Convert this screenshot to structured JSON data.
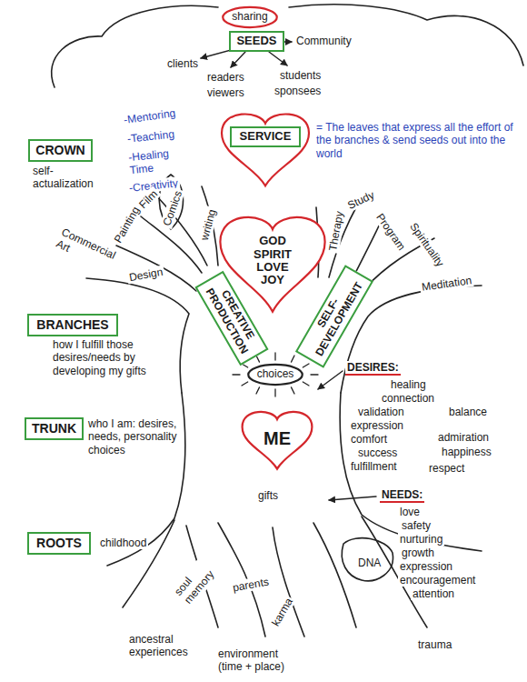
{
  "diagram": {
    "nodes": [
      {
        "text": [
          "sharing"
        ]
      },
      {
        "text": [
          "SEEDS"
        ]
      },
      {
        "text": [
          "SERVICE"
        ]
      },
      {
        "text": [
          "CROWN"
        ]
      },
      {
        "text": [
          "GOD SPIRIT LOVE JOY"
        ]
      },
      {
        "text": [
          "CREATIVE PRODUCTION"
        ]
      },
      {
        "text": [
          "SELF-DEVELOPMENT"
        ]
      },
      {
        "text": [
          "BRANCHES"
        ]
      },
      {
        "text": [
          "choices"
        ]
      },
      {
        "text": [
          "TRUNK"
        ]
      },
      {
        "text": [
          "ME"
        ]
      },
      {
        "text": [
          "ROOTS"
        ]
      }
    ],
    "labels": [
      "Community",
      "clients",
      "readers",
      "students",
      "viewers",
      "sponsees",
      "-Mentoring",
      "-Teaching",
      "-Healing Time",
      "-Creativity",
      "= The leaves that express all the effort of the branches & send seeds out into the world",
      "self-actualization",
      "Film",
      "Painting",
      "Comics",
      "writing",
      "Commercial Art",
      "Design",
      "Study",
      "Therapy",
      "Program",
      "Spirituality",
      "Meditation",
      "how I fulfill those desires/needs by developing my gifts",
      "DESIRES:",
      "healing",
      "connection",
      "validation",
      "balance",
      "expression",
      "comfort",
      "admiration",
      "success",
      "happiness",
      "fulfillment",
      "respect",
      "who I am: desires, needs, personality choices",
      "NEEDS:",
      "love",
      "safety",
      "nurturing",
      "growth",
      "expression",
      "encouragement",
      "attention",
      "gifts",
      "childhood",
      "soul memory",
      "parents",
      "DNA",
      "ancestral experiences",
      "karma",
      "environment (time + place)",
      "trauma"
    ]
  }
}
